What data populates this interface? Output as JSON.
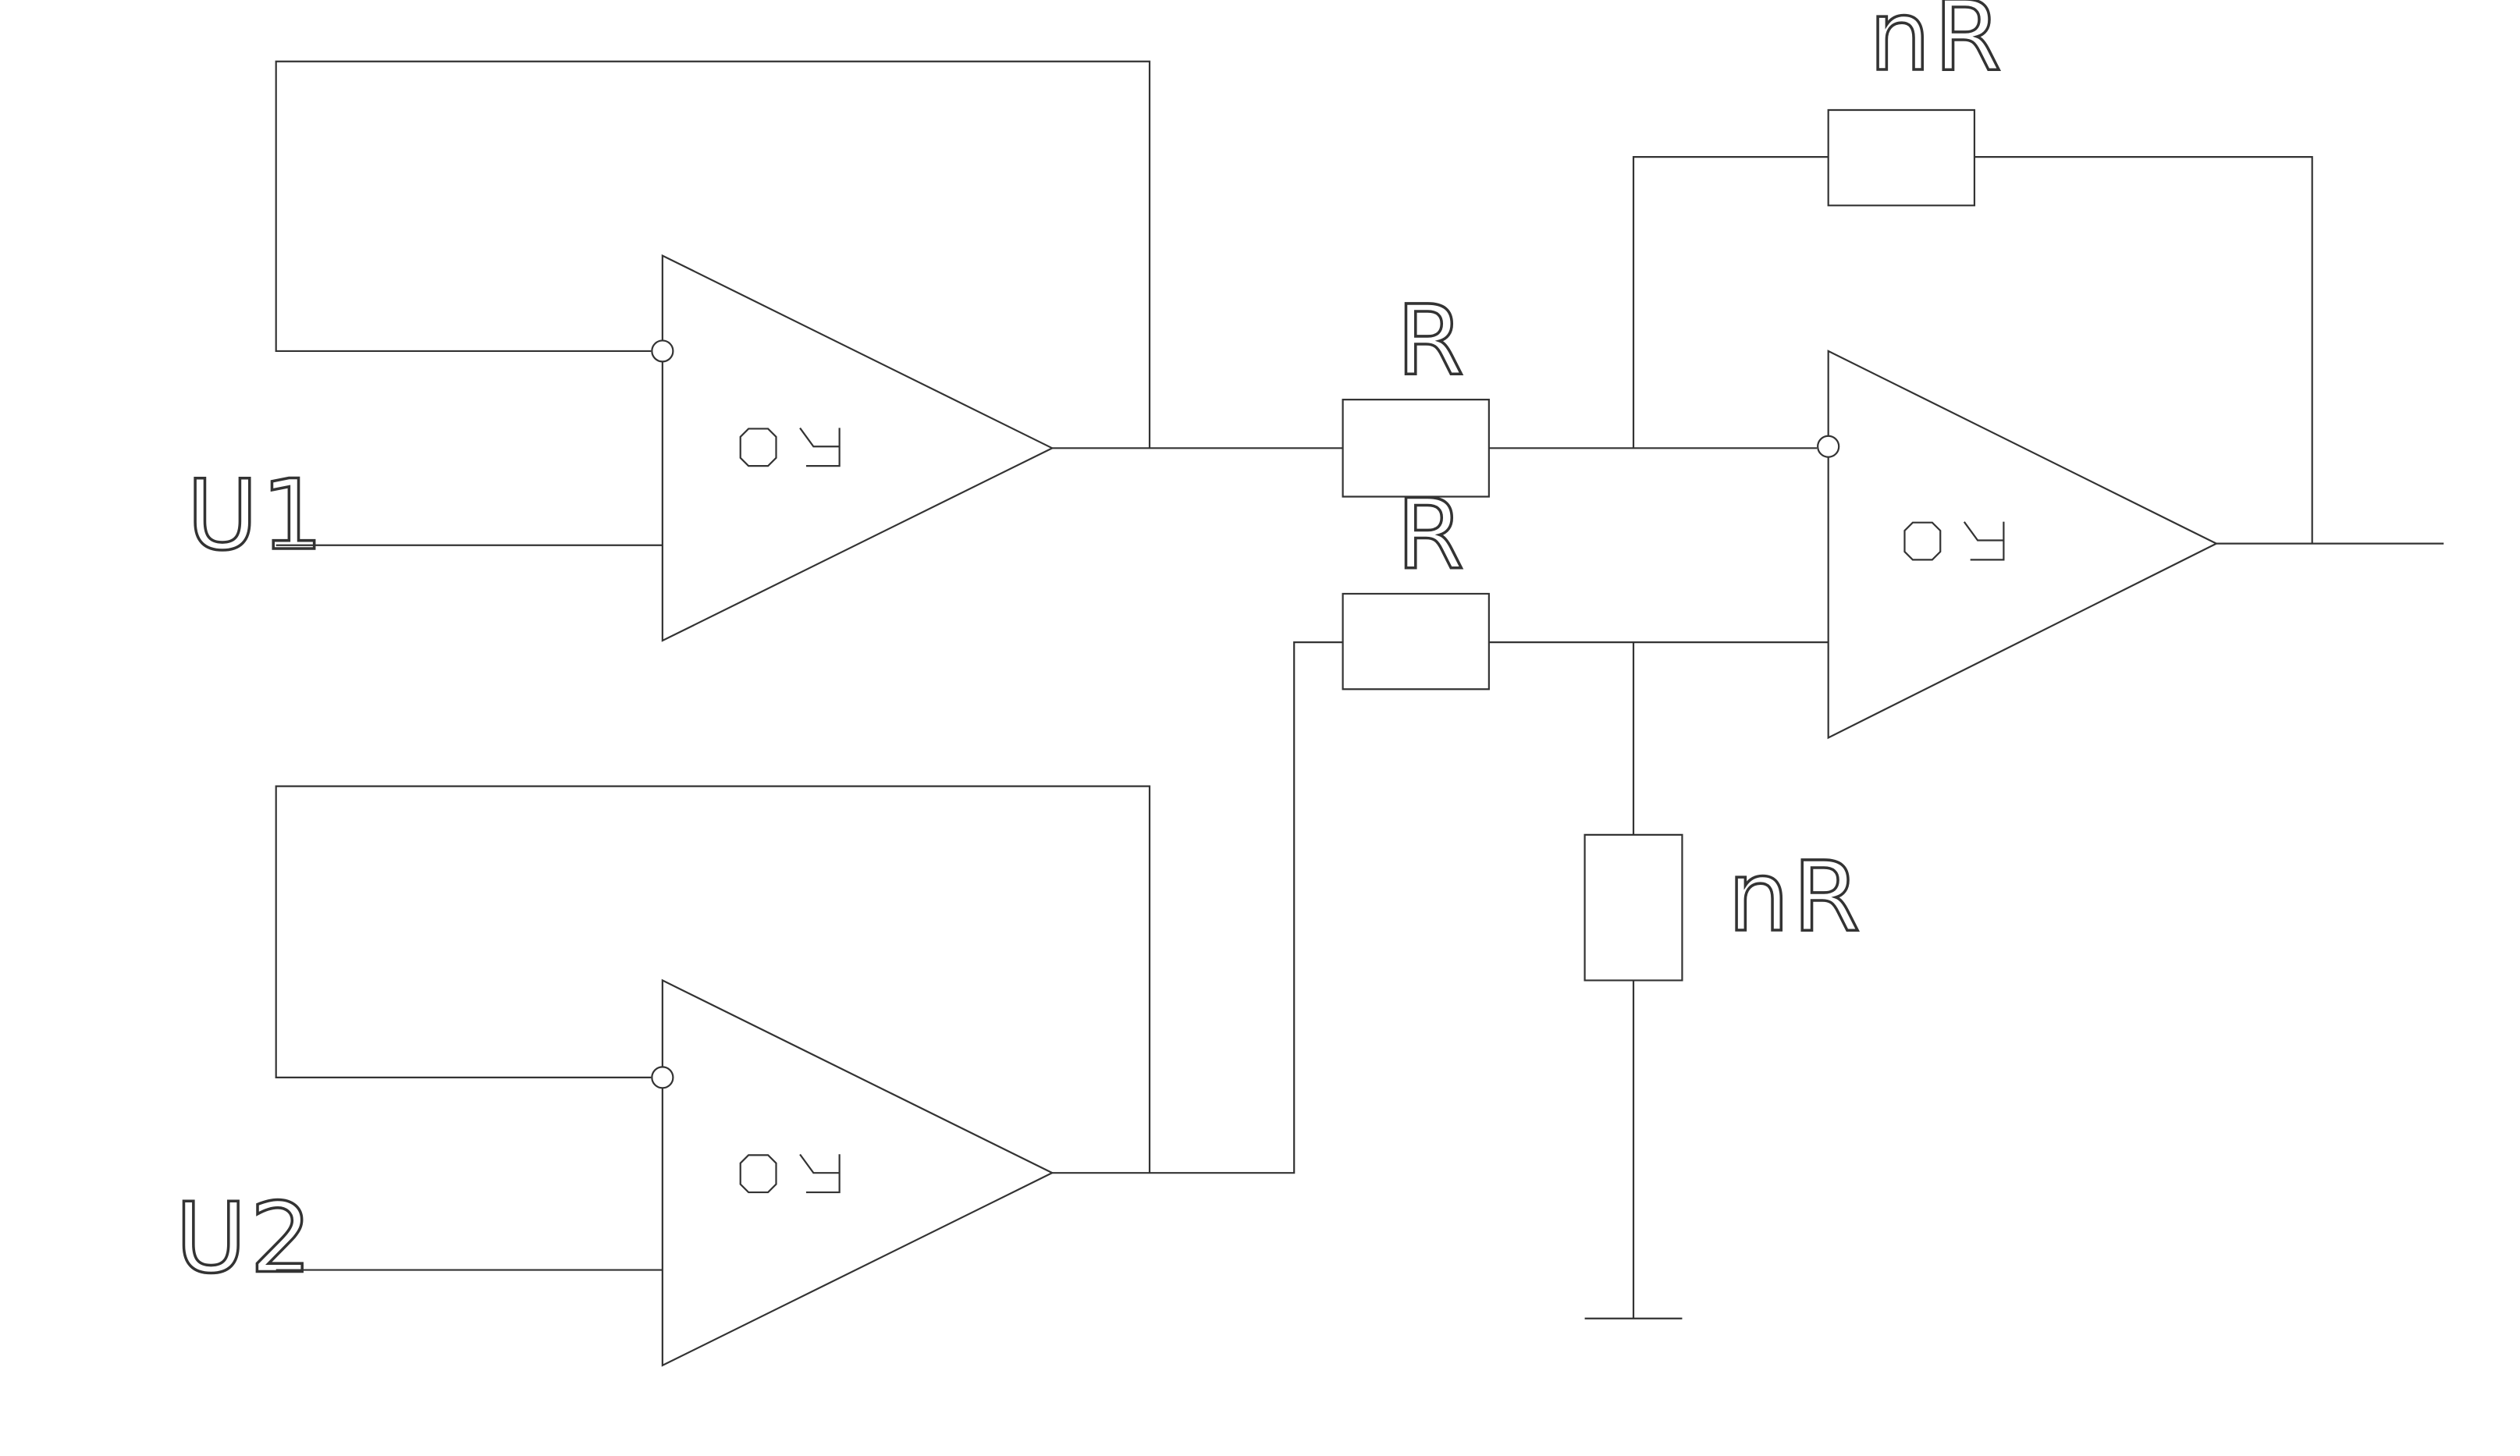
{
  "diagram": {
    "opamp_label": "ОУ",
    "inputs": {
      "top": "U1",
      "bottom": "U2"
    },
    "resistors": {
      "input_top": "R",
      "input_bottom": "R",
      "feedback": "nR",
      "ground_leg": "nR"
    },
    "colors": {
      "ink": "#333333",
      "background": "#ffffff"
    }
  }
}
